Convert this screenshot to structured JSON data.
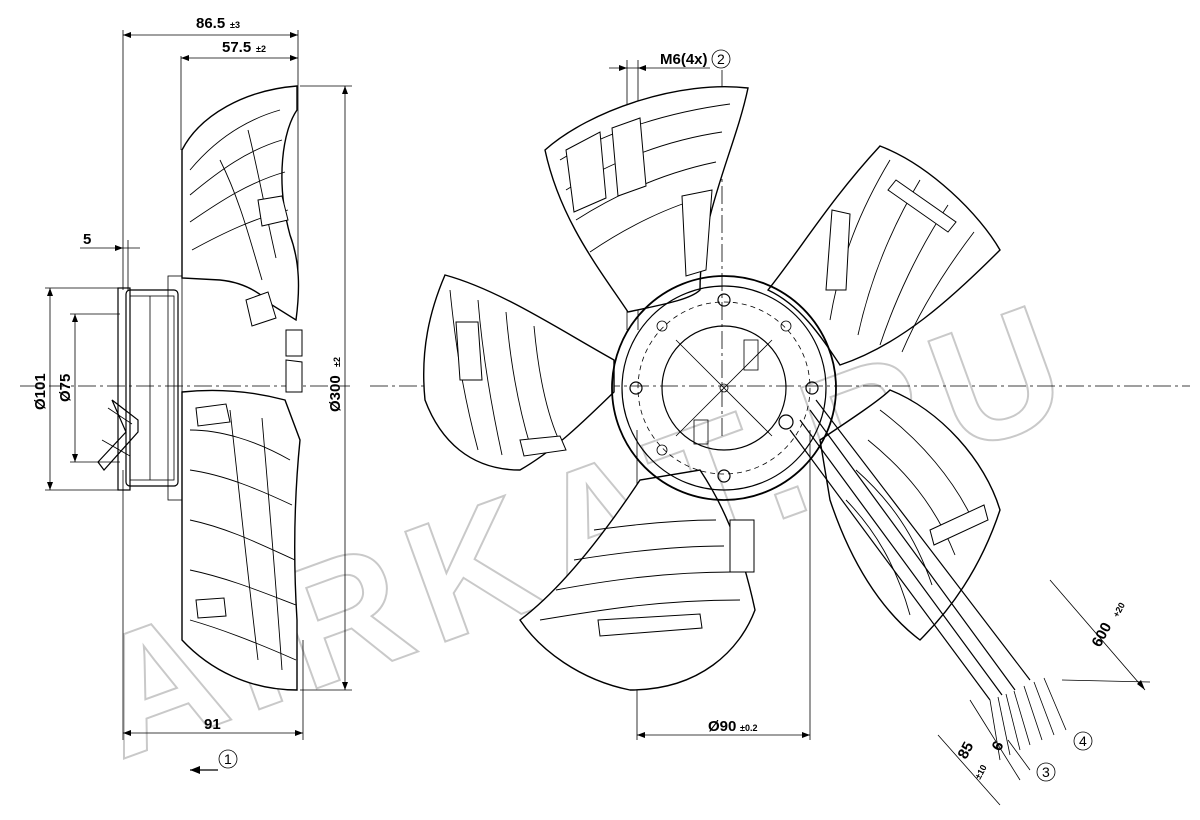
{
  "dimensions": {
    "overall_depth": {
      "value": "86.5",
      "tol": "±3"
    },
    "blade_depth": {
      "value": "57.5",
      "tol": "±2"
    },
    "flange_offset": {
      "value": "5"
    },
    "outer_dia_101": {
      "value": "Ø101"
    },
    "inner_dia_75": {
      "value": "Ø75"
    },
    "fan_dia": {
      "value": "Ø300",
      "tol": "±2"
    },
    "bottom_length": {
      "value": "91"
    },
    "thread": {
      "value": "M6(4x)"
    },
    "bolt_circle": {
      "value": "Ø90",
      "tol": "±0.2"
    },
    "cable_length": {
      "value": "600",
      "tol": "+20"
    },
    "strip_length": {
      "value": "85",
      "tol": "±10"
    },
    "wire_end": {
      "value": "6"
    }
  },
  "callouts": {
    "airflow": "1",
    "thread_ref": "2",
    "wire_ref_3": "3",
    "wire_ref_4": "4"
  },
  "watermark": "AIRKAT.RU"
}
